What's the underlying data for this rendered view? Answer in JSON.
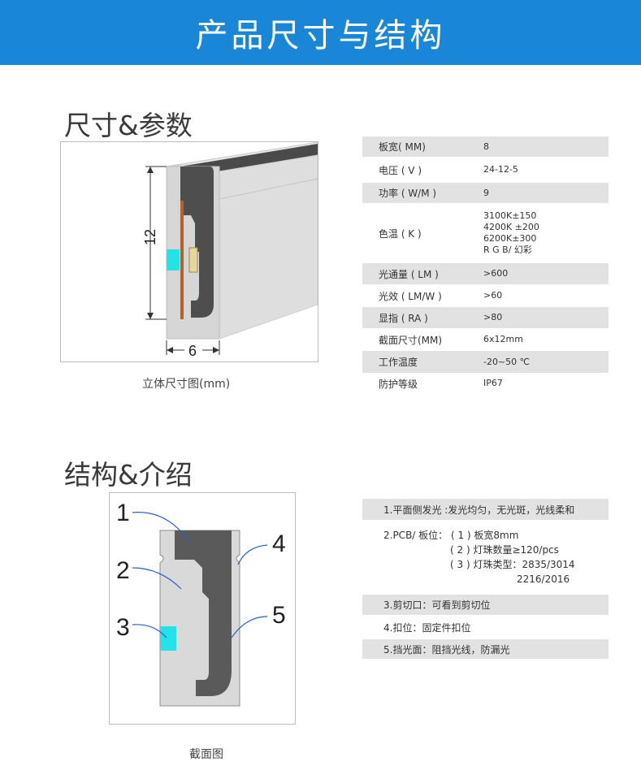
{
  "banner_title": "产品尺寸与结构",
  "section1": {
    "title": "尺寸&参数",
    "caption": "立体尺寸图(mm)",
    "dim_height": "12",
    "dim_width": "6"
  },
  "specs": [
    {
      "label": "板宽( MM)",
      "value": "8",
      "shaded": true
    },
    {
      "label": "电压 ( V )",
      "value": "24-12-5",
      "shaded": false
    },
    {
      "label": "功率 ( W/M )",
      "value": "9",
      "shaded": true
    },
    {
      "label": "色温 ( K )",
      "values": [
        "3100K±150",
        "4200K ±200",
        "6200K±300",
        "R G B/ 幻彩"
      ],
      "shaded": false
    },
    {
      "label": "光通量 ( LM )",
      "value": ">600",
      "shaded": true
    },
    {
      "label": "光效 ( LM/W )",
      "value": ">60",
      "shaded": false
    },
    {
      "label": "显指 ( RA )",
      "value": ">80",
      "shaded": true
    },
    {
      "label": "截面尺寸(MM)",
      "value": "6x12mm",
      "shaded": false
    },
    {
      "label": "工作温度",
      "value": "-20~50 ℃",
      "shaded": true
    },
    {
      "label": "防护等级",
      "value": "IP67",
      "shaded": false
    }
  ],
  "section2": {
    "title": "结构&介绍",
    "caption": "截面图",
    "callouts": [
      "1",
      "2",
      "3",
      "4",
      "5"
    ]
  },
  "intro": {
    "item1": "1.平面侧发光 :发光均匀，无光斑，光线柔和",
    "pcb_line1": "2.PCB/ 板位： ( 1 ) 板宽8mm",
    "pcb_line2": "( 2 ) 灯珠数量≥120/pcs",
    "pcb_line3": "( 3 ) 灯珠类型：2835/3014",
    "pcb_line4": "2216/2016",
    "item3": "3.剪切口：可看到剪切位",
    "item4": "4.扣位：固定件扣位",
    "item5": "5.挡光面：阻挡光线，防漏光"
  },
  "colors": {
    "banner": "#1a86d8",
    "silicone": "#d9d9d9",
    "dark_cover": "#5a5a5a",
    "cyan_led": "#24e3e8",
    "row_shade": "#e2e2e2",
    "callout_line": "#2962c9"
  }
}
